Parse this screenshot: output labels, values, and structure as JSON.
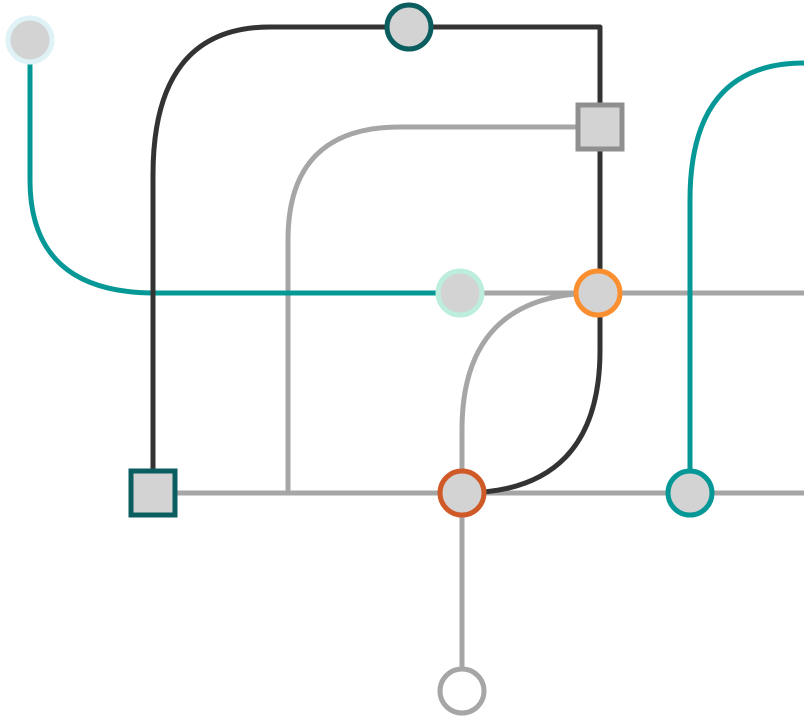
{
  "colors": {
    "background": "#ffffff",
    "dark_line": "#333333",
    "gray_line": "#a6a6a6",
    "teal_line": "#069896",
    "node_fill": "#d3d3d3",
    "hollow_fill": "#ffffff"
  },
  "lines": [
    {
      "id": "dark-line",
      "color": "#333333"
    },
    {
      "id": "gray-horizontal-top-line",
      "color": "#a6a6a6"
    },
    {
      "id": "gray-horizontal-bottom-line",
      "color": "#a6a6a6"
    },
    {
      "id": "gray-curve-left-line",
      "color": "#a6a6a6"
    },
    {
      "id": "gray-curve-center-line",
      "color": "#a6a6a6"
    },
    {
      "id": "gray-vertical-down-line",
      "color": "#a6a6a6"
    },
    {
      "id": "teal-left-line",
      "color": "#069896"
    },
    {
      "id": "teal-right-line",
      "color": "#069896"
    }
  ],
  "nodes": [
    {
      "id": "node-top-left",
      "shape": "circle",
      "stroke": "#dff3f6"
    },
    {
      "id": "node-top-center",
      "shape": "circle",
      "stroke": "#0b5e60"
    },
    {
      "id": "node-square-top-right",
      "shape": "square",
      "stroke": "#8f8f8f"
    },
    {
      "id": "node-mint",
      "shape": "circle",
      "stroke": "#bdeedd"
    },
    {
      "id": "node-orange",
      "shape": "circle",
      "stroke": "#fb8f2f"
    },
    {
      "id": "node-square-bottom-left",
      "shape": "square",
      "stroke": "#0b5e60"
    },
    {
      "id": "node-rust",
      "shape": "circle",
      "stroke": "#cf5a28"
    },
    {
      "id": "node-teal-bottom",
      "shape": "circle",
      "stroke": "#069896"
    },
    {
      "id": "node-hollow-bottom",
      "shape": "circle",
      "stroke": "#a6a6a6"
    }
  ]
}
